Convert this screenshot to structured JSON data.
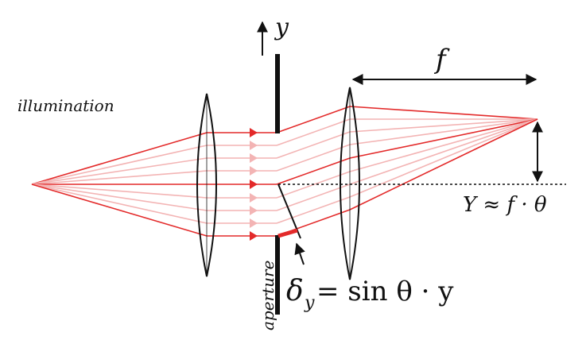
{
  "labels": {
    "illumination": "illumination",
    "y_axis": "y",
    "focal_length": "f",
    "image_height_formula": "Y ≈ f · θ",
    "aperture": "aperture",
    "delta_formula_main": "δ",
    "delta_formula_sub": "y",
    "delta_formula_rest": " = sin θ · y"
  },
  "colors": {
    "ray_dark": "#e32a2a",
    "ray_light": "#f3b4b4",
    "ink": "#111111"
  }
}
